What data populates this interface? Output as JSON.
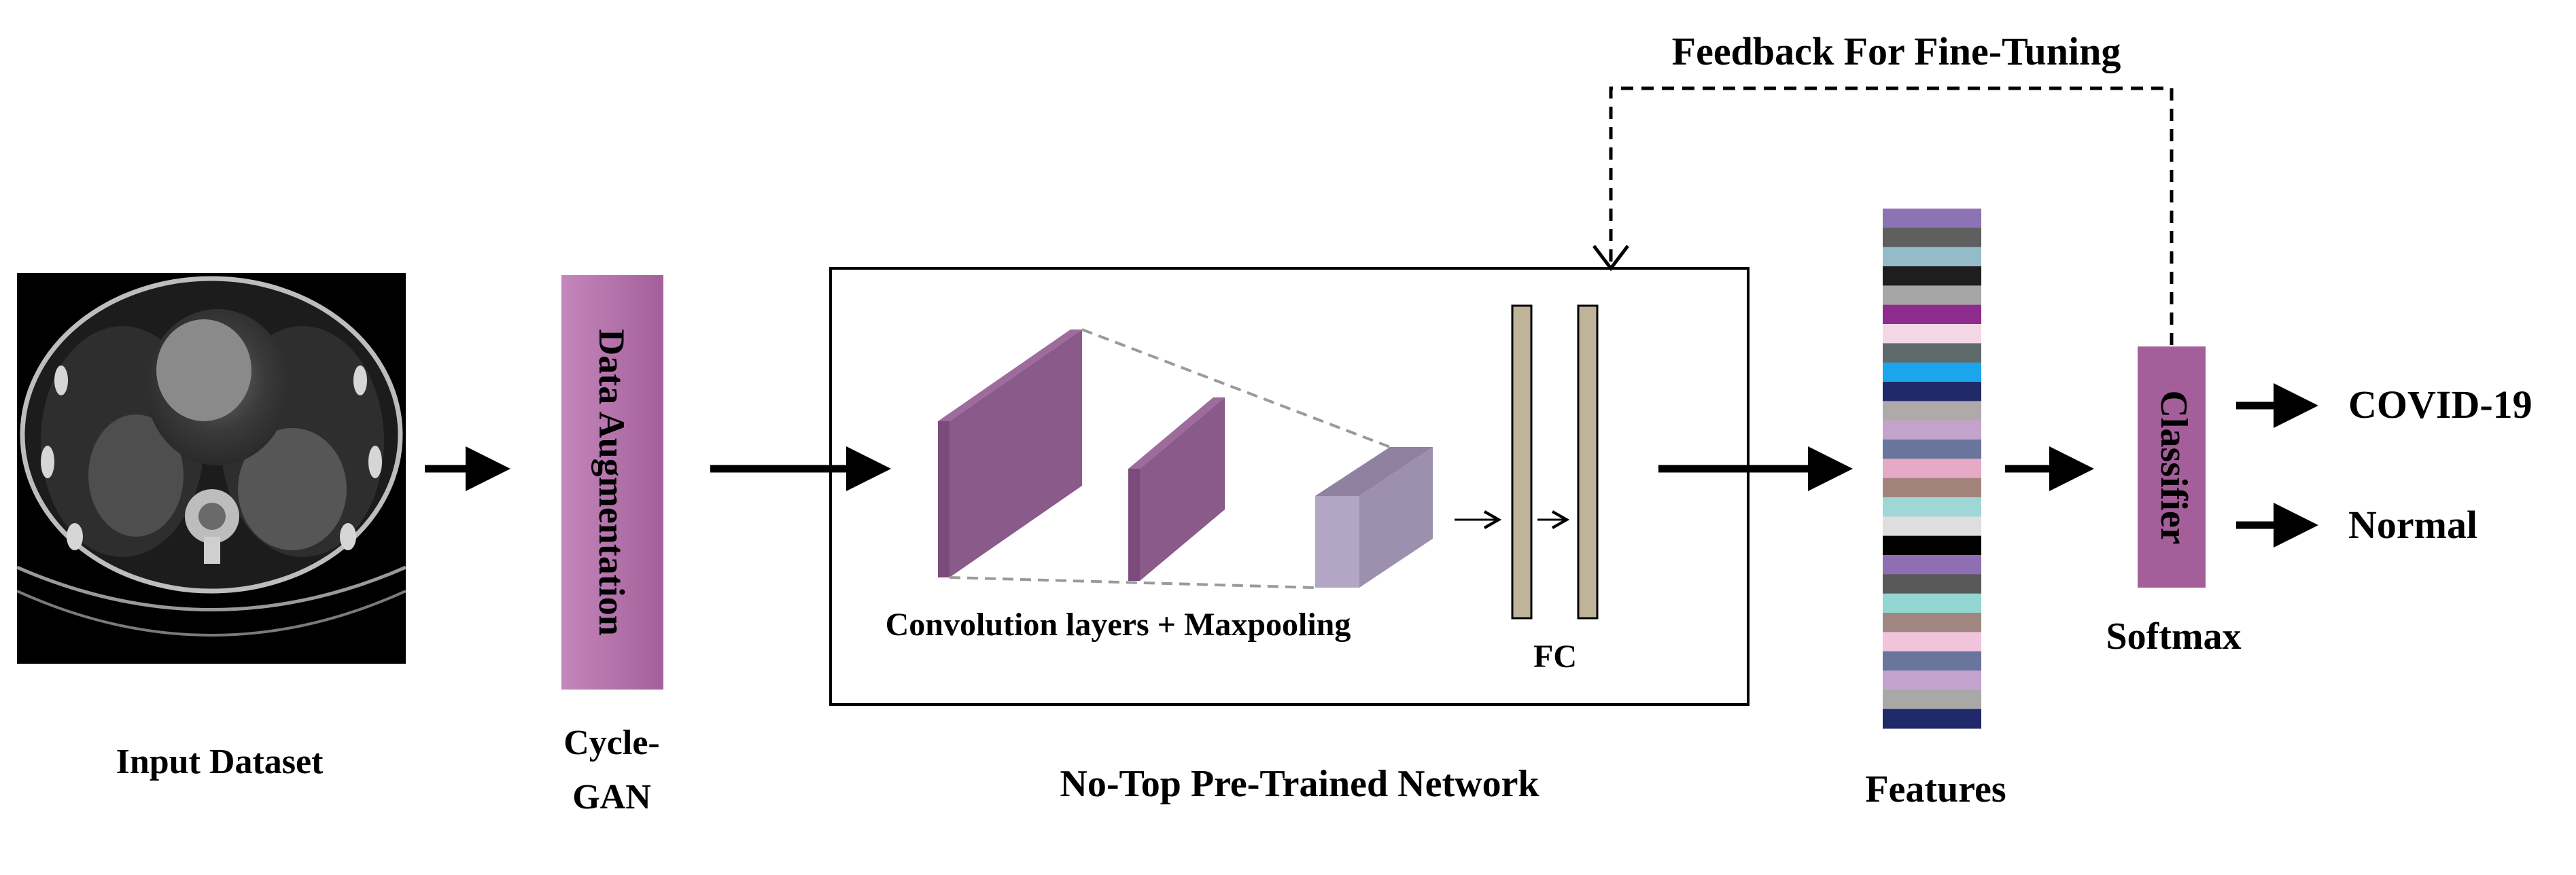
{
  "labels": {
    "feedback": "Feedback For Fine-Tuning",
    "input_dataset": "Input Dataset",
    "augmentation_vertical": "Data Augmentation",
    "cyclegan_line1": "Cycle-",
    "cyclegan_line2": "GAN",
    "conv_layers": "Convolution layers + Maxpooling",
    "fc": "FC",
    "network": "No-Top Pre-Trained Network",
    "features": "Features",
    "classifier_vertical": "Classifier",
    "softmax": "Softmax",
    "output_covid": "COVID-19",
    "output_normal": "Normal"
  },
  "colors": {
    "augmentation_block": "#a45f9a",
    "augmentation_block_light": "#c487bc",
    "conv_front": "#8a5a8a",
    "conv_side": "#7a4b7b",
    "conv_top": "#9d6c9c",
    "pool_front": "#b3a6c4",
    "pool_side": "#9c90ae",
    "pool_top": "#8f819f",
    "fc_bar": "#bfb49a",
    "classifier_block": "#a45f9a",
    "feature_stripes": [
      "#8c73b3",
      "#5f5f5f",
      "#93bcc8",
      "#1e1e1e",
      "#a5a5a5",
      "#8e2c8e",
      "#f4d7e7",
      "#5f6b6b",
      "#1aa5ec",
      "#20296a",
      "#b0a9a9",
      "#c3a3cb",
      "#6a759d",
      "#e6a9c6",
      "#a3847c",
      "#9fd6d6",
      "#dedede",
      "#000000",
      "#8f6fb3",
      "#595959",
      "#93d6d2",
      "#9f8680",
      "#f1c4dc",
      "#6a759d",
      "#c4a3cf",
      "#a8a8a8",
      "#20296a"
    ]
  },
  "icons": {
    "ct_scan": "chest-ct-scan-image"
  }
}
